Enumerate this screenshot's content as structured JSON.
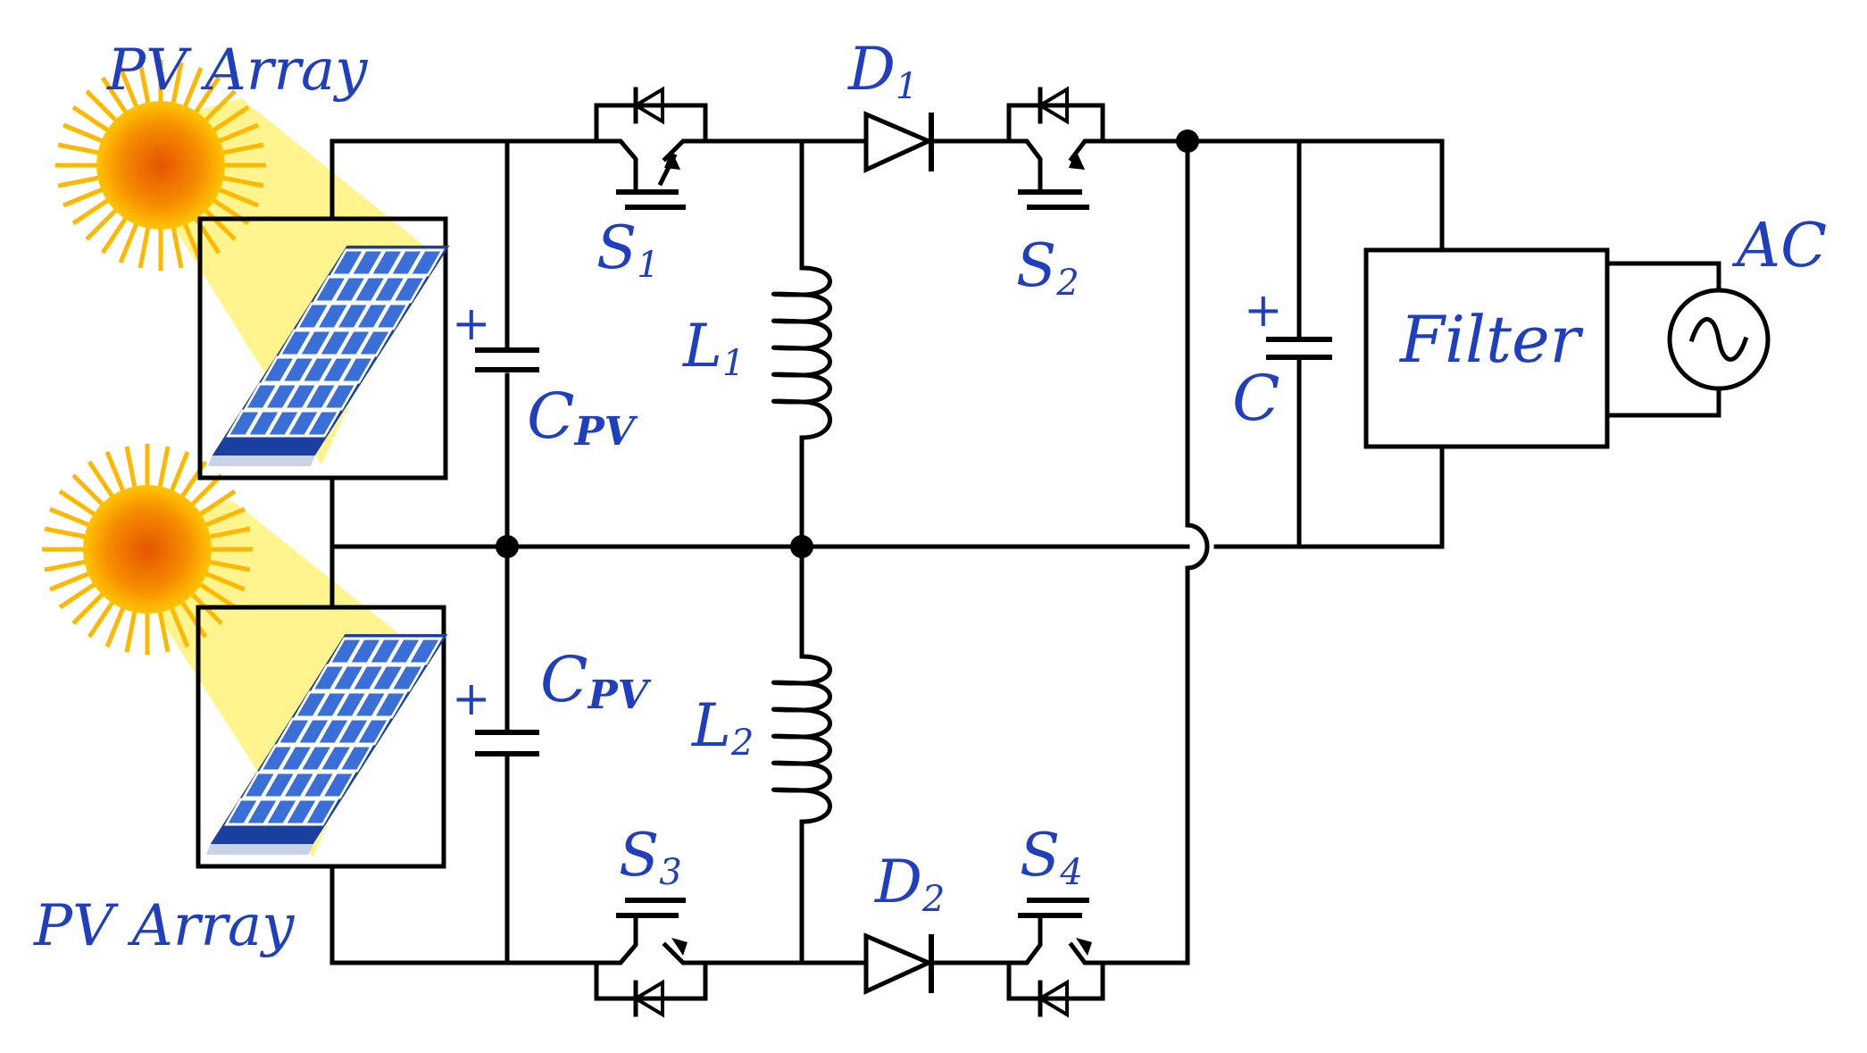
{
  "labels": {
    "pv_top": "PV Array",
    "pv_bottom": "PV Array",
    "s1": "S",
    "s1_sub": "1",
    "s2": "S",
    "s2_sub": "2",
    "s3": "S",
    "s3_sub": "3",
    "s4": "S",
    "s4_sub": "4",
    "d1": "D",
    "d1_sub": "1",
    "d2": "D",
    "d2_sub": "2",
    "l1": "L",
    "l1_sub": "1",
    "l2": "L",
    "l2_sub": "2",
    "cpv_top": "C",
    "cpv_top_sub": "PV",
    "cpv_bottom": "C",
    "cpv_bottom_sub": "PV",
    "c": "C",
    "filter": "Filter",
    "ac": "AC",
    "plus": "+"
  },
  "colors": {
    "label": "#1f3fbf",
    "wire": "#000000",
    "sun_core": "#f07a00",
    "sun_rays": "#ffb800",
    "light_beam": "#fff27a",
    "panel": "#3a6fd8"
  }
}
